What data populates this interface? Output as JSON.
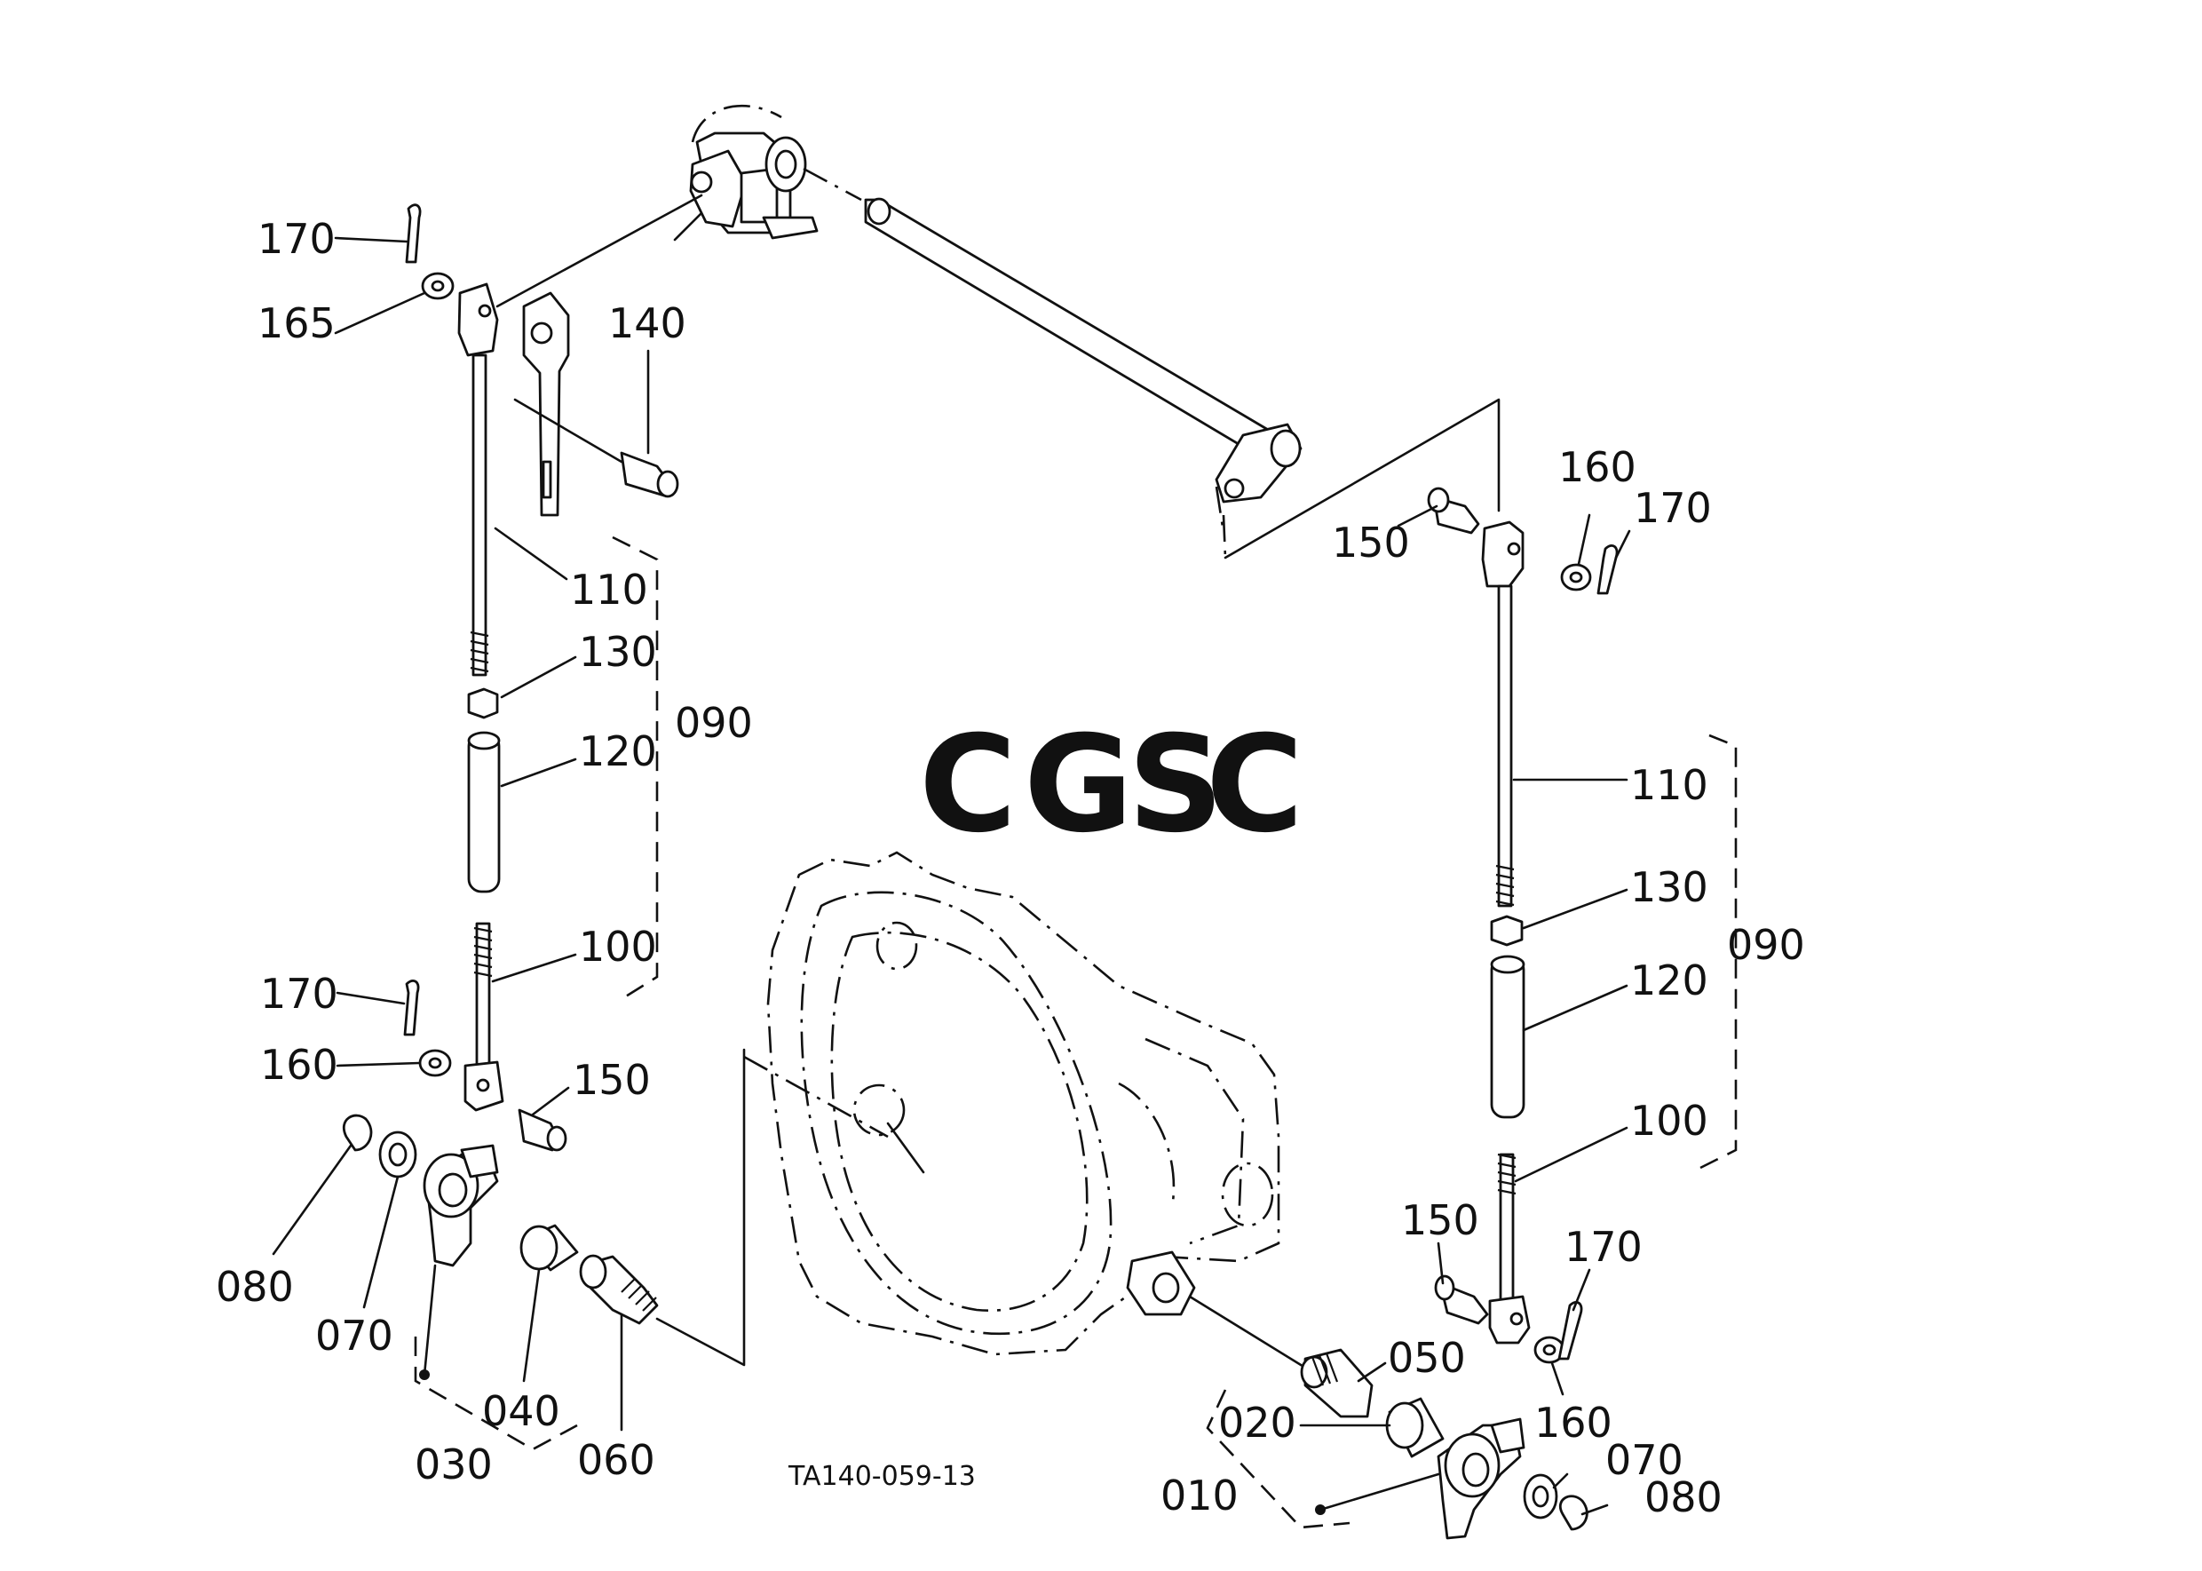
{
  "diagram": {
    "drawing_code": "TA140-059-13",
    "watermark": {
      "letters": [
        "C",
        "G",
        "S",
        "C"
      ],
      "colors": [
        "#7aa7f0",
        "#f08e86",
        "#f5cf58",
        "#7bc49e"
      ]
    },
    "callouts": {
      "left_170_top": "170",
      "left_165": "165",
      "left_140": "140",
      "left_110": "110",
      "left_130": "130",
      "left_090": "090",
      "left_120": "120",
      "left_100": "100",
      "left_170_bottom": "170",
      "left_160": "160",
      "left_150": "150",
      "left_080": "080",
      "left_070": "070",
      "left_040": "040",
      "left_030": "030",
      "left_060": "060",
      "right_160_top": "160",
      "right_170_top": "170",
      "right_150_top": "150",
      "right_110": "110",
      "right_130": "130",
      "right_090": "090",
      "right_120": "120",
      "right_100": "100",
      "right_150_bottom": "150",
      "right_170_bottom": "170",
      "right_050": "050",
      "right_020": "020",
      "right_160_bottom": "160",
      "right_070": "070",
      "right_010": "010",
      "right_080": "080"
    }
  }
}
